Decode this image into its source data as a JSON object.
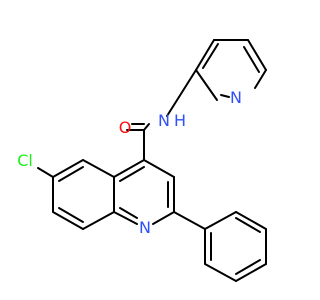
{
  "molecule": {
    "atoms": {
      "o": {
        "label": "O",
        "color": "#ff0d0d"
      },
      "nh": {
        "label": "N",
        "h_label": "H",
        "color": "#3050f8"
      },
      "np": {
        "label": "N",
        "color": "#3050f8"
      },
      "nq": {
        "label": "N",
        "color": "#3050f8"
      },
      "cl": {
        "label": "Cl",
        "color": "#1ff01f"
      }
    },
    "bond_color": "#000000"
  }
}
